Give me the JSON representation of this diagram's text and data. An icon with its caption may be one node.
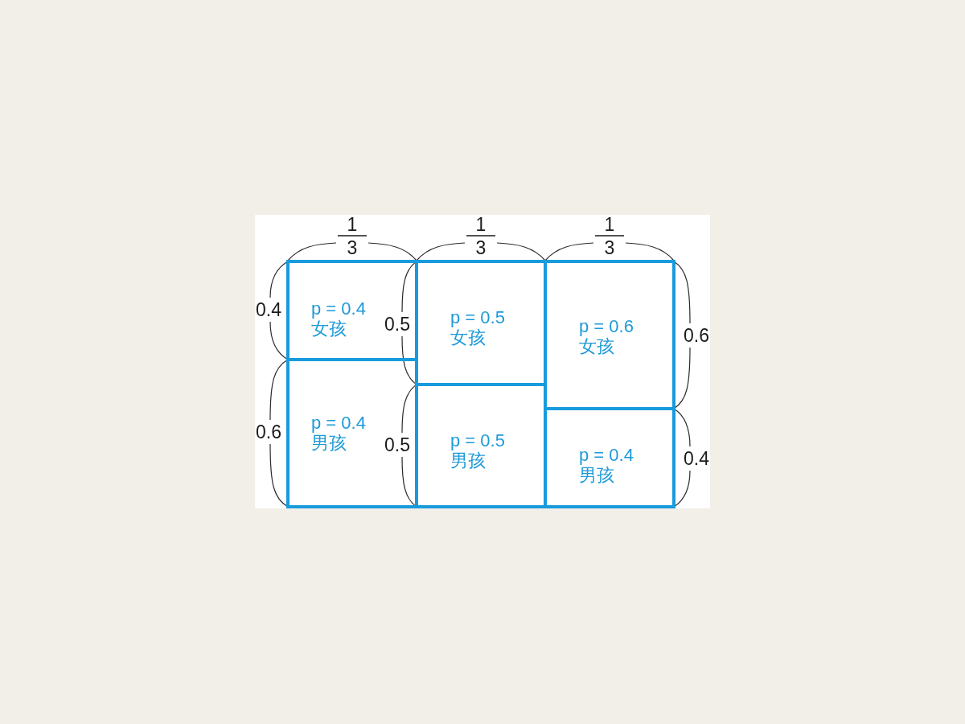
{
  "diagram": {
    "nodes": [
      {
        "text": [
          "p = 0.4",
          "女孩"
        ]
      },
      {
        "text": [
          "p = 0.5",
          "女孩"
        ]
      },
      {
        "text": [
          "p = 0.6",
          "女孩"
        ]
      },
      {
        "text": [
          "p = 0.4",
          "男孩"
        ]
      },
      {
        "text": [
          "p = 0.5",
          "男孩"
        ]
      },
      {
        "text": [
          "p = 0.4",
          "男孩"
        ]
      }
    ],
    "labels": [
      "1",
      "3",
      "1",
      "3",
      "1",
      "3",
      "0.4",
      "0.5",
      "0.6",
      "0.6",
      "0.5",
      "0.4"
    ]
  }
}
